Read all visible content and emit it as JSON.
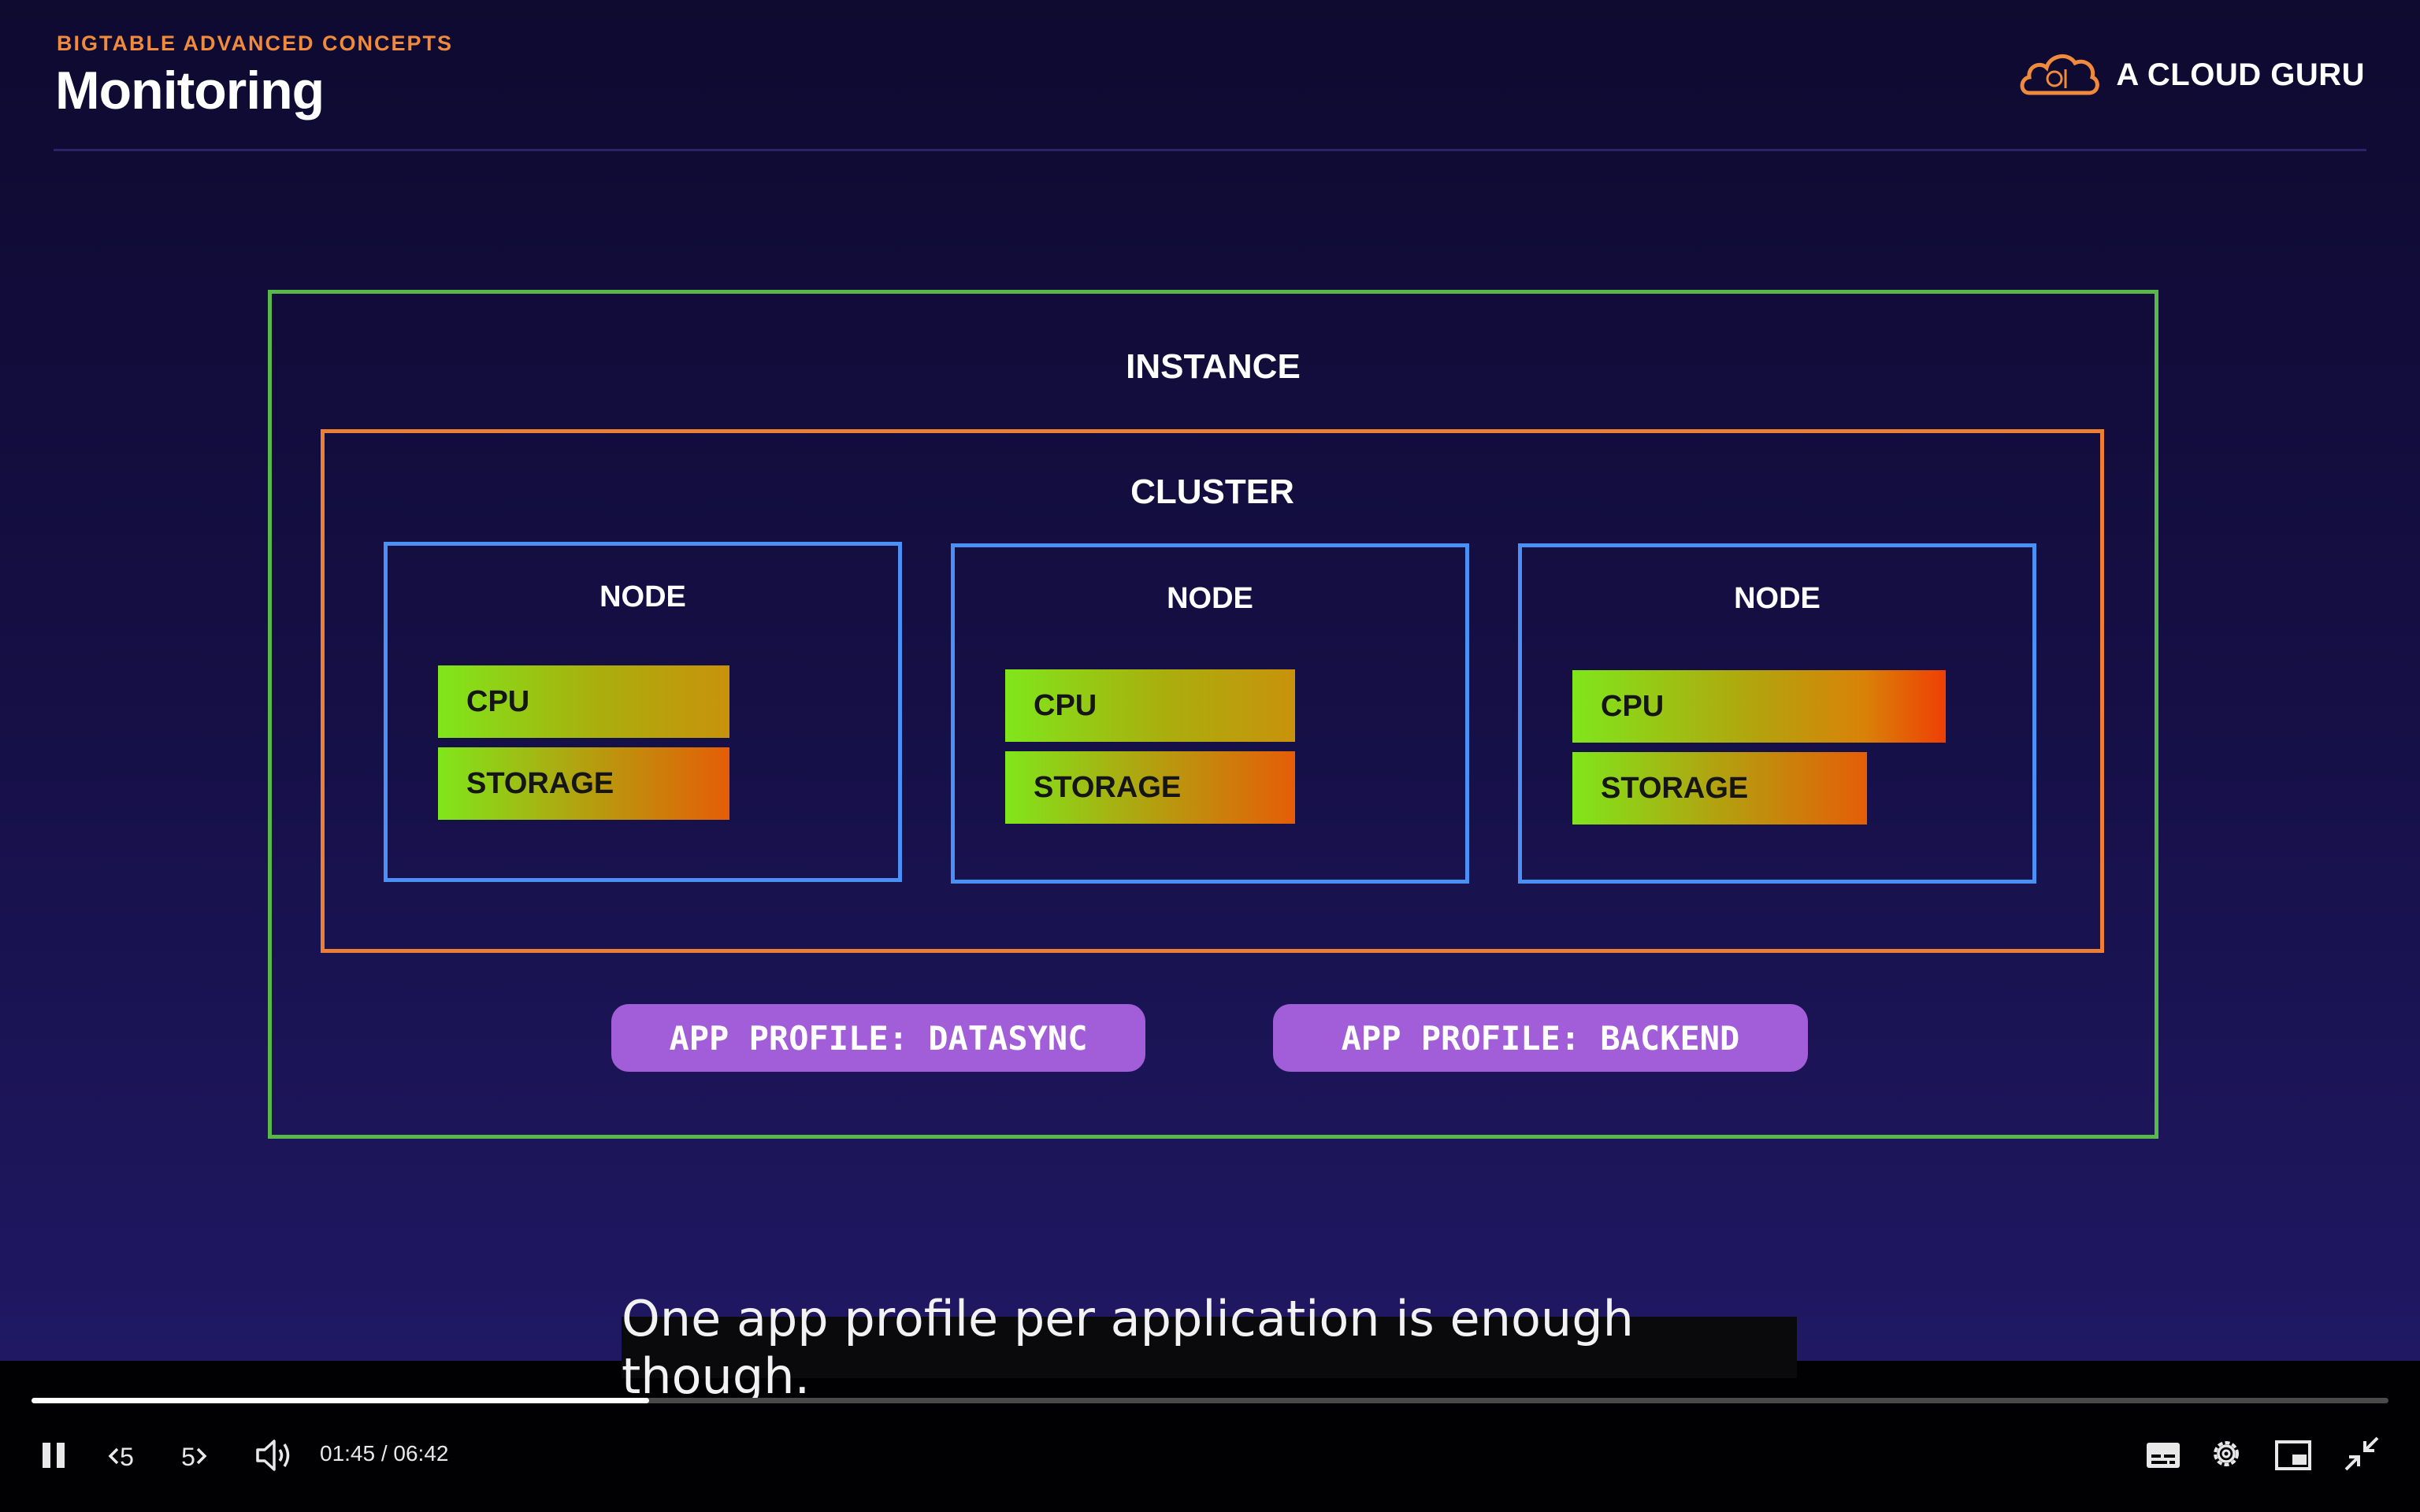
{
  "header": {
    "eyebrow": "BIGTABLE ADVANCED CONCEPTS",
    "title": "Monitoring",
    "brand": "A CLOUD GURU"
  },
  "diagram": {
    "instance_label": "INSTANCE",
    "cluster_label": "CLUSTER",
    "nodes": [
      {
        "label": "NODE",
        "cpu_label": "CPU",
        "storage_label": "STORAGE"
      },
      {
        "label": "NODE",
        "cpu_label": "CPU",
        "storage_label": "STORAGE"
      },
      {
        "label": "NODE",
        "cpu_label": "CPU",
        "storage_label": "STORAGE"
      }
    ],
    "app_profiles": [
      "APP PROFILE: DATASYNC",
      "APP PROFILE: BACKEND"
    ]
  },
  "player": {
    "caption": "One app profile per application is enough though.",
    "skip_back_label": "5",
    "skip_forward_label": "5",
    "time_display": "01:45 / 06:42",
    "progress": 0.262
  },
  "icons": [
    "cloud-logo-icon",
    "pause-icon",
    "rewind-icon",
    "forward-icon",
    "volume-icon",
    "captions-icon",
    "settings-icon",
    "picture-in-picture-icon",
    "exit-fullscreen-icon"
  ],
  "colors": {
    "background": "#150f45",
    "instance_border": "#58b94a",
    "cluster_border": "#ec7f33",
    "node_border": "#4a90f5",
    "app_profile": "#a25ed9",
    "eyebrow": "#f08a3c"
  }
}
